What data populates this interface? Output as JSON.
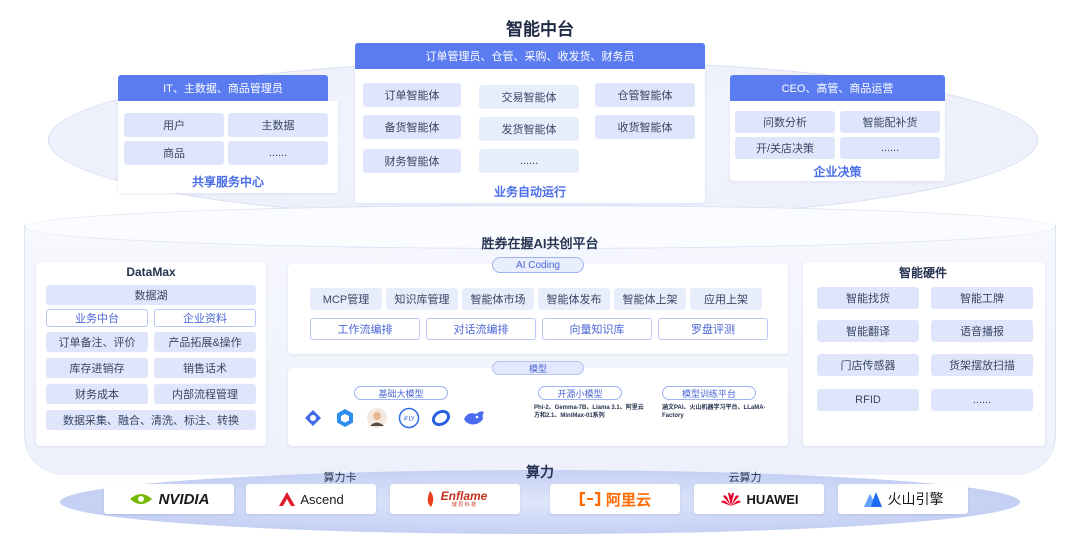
{
  "main_title": "智能中台",
  "top_bar": "订单管理员、仓管、采购、收发货、财务员",
  "shared": {
    "header": "IT、主数据、商品管理员",
    "items": [
      "用户",
      "主数据",
      "商品",
      "......"
    ],
    "footer": "共享服务中心"
  },
  "auto": {
    "items": [
      "订单智能体",
      "交易智能体",
      "仓管智能体",
      "备货智能体",
      "发货智能体",
      "收货智能体",
      "财务智能体",
      "......"
    ],
    "footer": "业务自动运行"
  },
  "decision": {
    "header": "CEO、高管、商品运营",
    "items": [
      "问数分析",
      "智能配补货",
      "开/关店决策",
      "......"
    ],
    "footer": "企业决策"
  },
  "platform": {
    "title": "胜券在握AI共创平台",
    "ai_coding": "AI Coding",
    "row1": [
      "MCP管理",
      "知识库管理",
      "智能体市场",
      "智能体发布",
      "智能体上架",
      "应用上架"
    ],
    "row2": [
      "工作流编排",
      "对话流编排",
      "向量知识库",
      "罗盘评测"
    ],
    "model_label": "模型",
    "tags": [
      "基础大模型",
      "开源小模型",
      "模型训练平台"
    ],
    "open_models": "Phi-2、Gemma-7B、Llama 3.1、阿里云方和2.1、MiniMax-01系列",
    "train_platforms": "涵文PAI、火山机器学习平台、LLaMA-Factory"
  },
  "datamax": {
    "title": "DataMax",
    "lake": "数据湖",
    "row1": [
      "业务中台",
      "企业资料"
    ],
    "rows": [
      [
        "订单备注、评价",
        "产品拓展&操作"
      ],
      [
        "库存进销存",
        "销售话术"
      ],
      [
        "财务成本",
        "内部流程管理"
      ]
    ],
    "bottom": "数据采集、融合、清洗、标注、转换"
  },
  "hardware": {
    "title": "智能硬件",
    "items": [
      [
        "智能找货",
        "智能工牌"
      ],
      [
        "智能翻译",
        "语音播报"
      ],
      [
        "门店传感器",
        "货架摆放扫描"
      ],
      [
        "RFID",
        "......"
      ]
    ]
  },
  "compute": {
    "title": "算力",
    "card_label": "算力卡",
    "cloud_label": "云算力",
    "logos": [
      "NVIDIA",
      "Ascend",
      "Enflame",
      "阿里云",
      "HUAWEI",
      "火山引擎"
    ],
    "enflame_sub": "燧 原 科 技"
  },
  "colors": {
    "accent": "#5b7cf0",
    "chip": "#dfe6fb",
    "title_blue": "#4b6ee8"
  },
  "model_icons": [
    "deepseek-icon",
    "cube-icon",
    "avatar-icon",
    "iflytek-icon",
    "ring-icon",
    "whale-icon"
  ]
}
